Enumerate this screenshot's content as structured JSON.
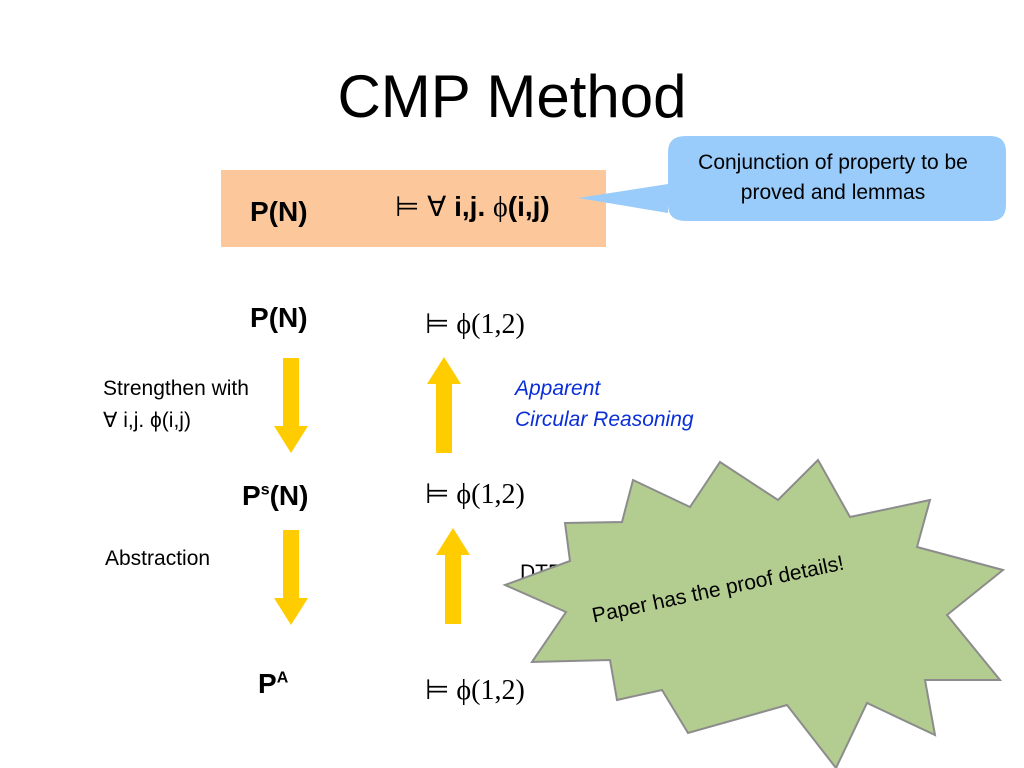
{
  "title": "CMP Method",
  "top_row": {
    "left": "P(N)",
    "models": "⊨",
    "forall": "∀",
    "vars": "i,j.",
    "phi": "ϕ",
    "args": "(i,j)"
  },
  "callout": {
    "text": "Conjunction of property to be proved and lemmas"
  },
  "rows": [
    {
      "left_base": "P",
      "left_sup": "",
      "left_rest": "(N)",
      "formula": "⊨ ϕ(1,2)"
    },
    {
      "left_base": "P",
      "left_sup": "s",
      "left_rest": "(N)",
      "formula": "⊨ ϕ(1,2)"
    },
    {
      "left_base": "P",
      "left_sup": "A",
      "left_rest": "",
      "formula": "⊨ ϕ(1,2)"
    }
  ],
  "strengthen": {
    "line1": "Strengthen with",
    "line2": "∀ i,j. ϕ(i,j)"
  },
  "abstraction": "Abstraction",
  "apparent": {
    "line1": "Apparent",
    "line2": "Circular Reasoning"
  },
  "hidden_label": "DTE",
  "star": {
    "text": "Paper has the proof details!"
  },
  "colors": {
    "orange_box": "#fcc89b",
    "callout": "#99ccfa",
    "arrow": "#ffcc00",
    "star": "#b3cc8f",
    "blue_text": "#0a2fd8"
  }
}
